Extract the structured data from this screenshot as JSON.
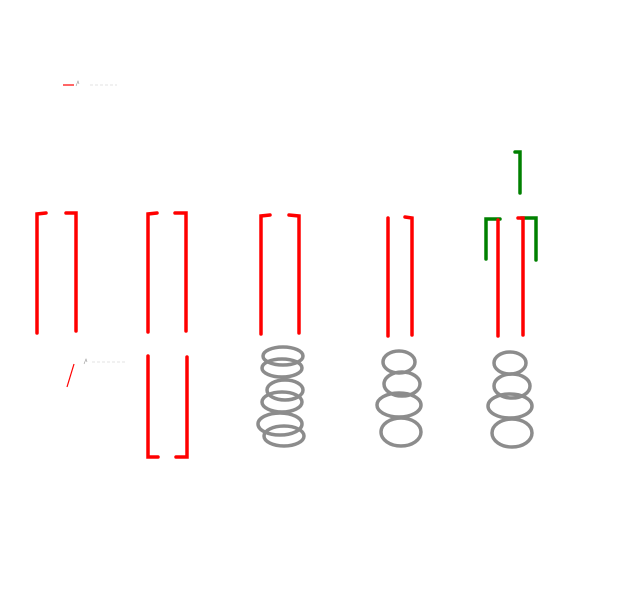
{
  "colors": {
    "background": "#ffffff",
    "bracket": "#ff0000",
    "spring": "#8c8c8c",
    "accent": "#008000"
  },
  "legend": [
    {
      "marker": "red-dash-icon",
      "text": ""
    },
    {
      "marker": "red-slash-icon",
      "text": ""
    }
  ],
  "figures": [
    {
      "id": "figure-1",
      "bracket_color": "red",
      "has_spring": false,
      "has_lower_bracket": false,
      "has_green_marker": false
    },
    {
      "id": "figure-2",
      "bracket_color": "red",
      "has_spring": false,
      "has_lower_bracket": true,
      "has_green_marker": false
    },
    {
      "id": "figure-3",
      "bracket_color": "red",
      "has_spring": true,
      "spring_coils": 6,
      "has_lower_bracket": false,
      "has_green_marker": false
    },
    {
      "id": "figure-4",
      "bracket_color": "red",
      "has_spring": true,
      "spring_coils": 4,
      "has_lower_bracket": false,
      "has_green_marker": false
    },
    {
      "id": "figure-5",
      "bracket_color": "red",
      "has_spring": true,
      "spring_coils": 4,
      "has_lower_bracket": false,
      "has_green_marker": true
    }
  ]
}
